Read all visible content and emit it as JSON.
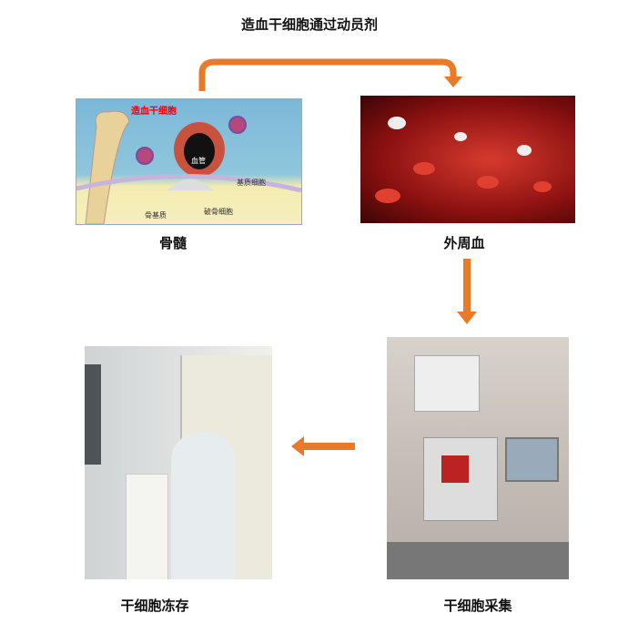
{
  "title": "造血干细胞通过动员剂",
  "nodes": {
    "bone_marrow": {
      "label": "骨髓",
      "image_labels": {
        "hsc": "造血干细胞",
        "vessel": "血管",
        "stromal": "基质细胞",
        "osteoclast": "破骨细胞",
        "bone_matrix": "骨基质"
      }
    },
    "peripheral_blood": {
      "label": "外周血"
    },
    "collection": {
      "label": "干细胞采集"
    },
    "cryopreservation": {
      "label": "干细胞冻存"
    }
  },
  "colors": {
    "arrow": "#e87a2a"
  }
}
